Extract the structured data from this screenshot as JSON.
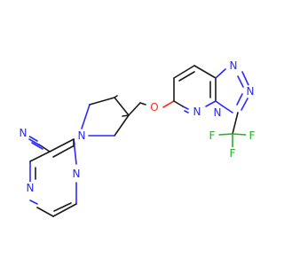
{
  "colors": {
    "carbon_bond": "#1a1a1a",
    "nitrogen": "#2a2aff",
    "oxygen": "#ff2a1a",
    "fluorine": "#25b025",
    "background": "#ffffff"
  },
  "atoms": {
    "nitrile_n": "N",
    "pyrazine_n_top": "N",
    "pyrazine_n_bottom": "N",
    "pyrrolidine_n": "N",
    "ether_o": "O",
    "triazole_n_top": "N",
    "triazole_n_right": "N",
    "bridge_n": "N",
    "pyridazine_n": "N",
    "fluorine_left": "F",
    "fluorine_bottom": "F",
    "fluorine_right": "F"
  }
}
